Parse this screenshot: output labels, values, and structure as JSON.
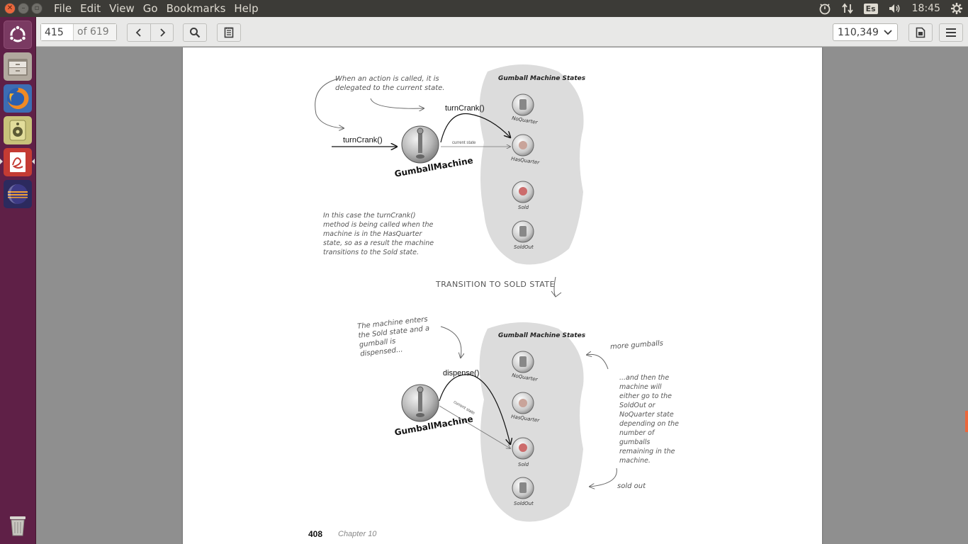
{
  "app": {
    "menu": [
      "File",
      "Edit",
      "View",
      "Go",
      "Bookmarks",
      "Help"
    ],
    "indicators": {
      "keyboard": "Es",
      "clock": "18:45"
    }
  },
  "launcher": {
    "items": [
      "ubuntu-dash-icon",
      "files-icon",
      "firefox-icon",
      "music-player-icon",
      "document-viewer-icon",
      "eclipse-icon",
      "trash-icon"
    ]
  },
  "toolbar": {
    "page_value": "415",
    "page_of": "of 619",
    "zoom_value": "110,349"
  },
  "document": {
    "top_diagram": {
      "callout_action": "When an action is called, it is delegated to the current state.",
      "states_title": "Gumball Machine States",
      "turncrank_label": "turnCrank()",
      "turncrank_arrow_label": "turnCrank()",
      "current_state_label": "current state",
      "machine_label": "GumballMachine",
      "states": [
        "NoQuarter",
        "HasQuarter",
        "Sold",
        "SoldOut"
      ],
      "explanation": "In this case the turnCrank() method is being called when the machine is in the HasQuarter state, so as a result the machine transitions to the Sold state."
    },
    "transition_label": "TRANSITION TO SOLD STATE",
    "bottom_diagram": {
      "callout_enter": "The machine enters the Sold state and a gumball is dispensed...",
      "states_title": "Gumball Machine States",
      "dispense_label": "dispense()",
      "current_state_label": "current state",
      "machine_label": "GumballMachine",
      "states": [
        "NoQuarter",
        "HasQuarter",
        "Sold",
        "SoldOut"
      ],
      "more_gumballs": "more gumballs",
      "then_text": "...and then the machine will either go to the SoldOut or NoQuarter state depending on the number of gumballs remaining in the machine.",
      "sold_out": "sold out"
    },
    "footer": {
      "page_number": "408",
      "chapter": "Chapter 10"
    }
  }
}
